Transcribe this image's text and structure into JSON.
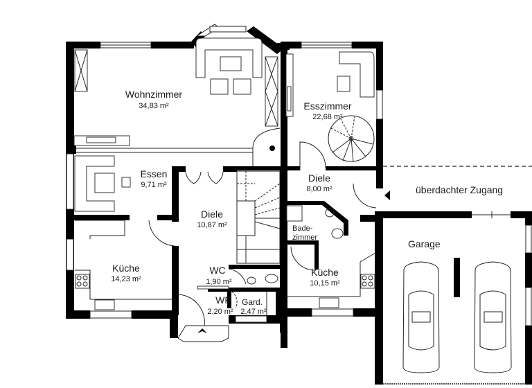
{
  "plan": {
    "rooms": [
      {
        "id": "wohnzimmer",
        "name": "Wohnzimmer",
        "area": "34,83 m²"
      },
      {
        "id": "esszimmer",
        "name": "Esszimmer",
        "area": "22,68 m²"
      },
      {
        "id": "essen",
        "name": "Essen",
        "area": "9,71 m²"
      },
      {
        "id": "diele-main",
        "name": "Diele",
        "area": "10,87 m²"
      },
      {
        "id": "diele-right",
        "name": "Diele",
        "area": "8,00 m²"
      },
      {
        "id": "badezimmer",
        "name": "Bade-",
        "name2": "zimmer"
      },
      {
        "id": "kueche-left",
        "name": "Küche",
        "area": "14,23 m²"
      },
      {
        "id": "wc",
        "name": "WC",
        "area": "1,90 m²"
      },
      {
        "id": "wf",
        "name": "WF",
        "area": "2,20 m²"
      },
      {
        "id": "gard",
        "name": "Gard.",
        "area": "2,47 m²"
      },
      {
        "id": "kueche-right",
        "name": "Küche",
        "area": "10,15 m²"
      },
      {
        "id": "garage",
        "name": "Garage"
      }
    ],
    "annotations": {
      "covered_access": "überdachter Zugang"
    },
    "colors": {
      "wall": "#000000",
      "line": "#222222",
      "background": "#ffffff"
    }
  }
}
